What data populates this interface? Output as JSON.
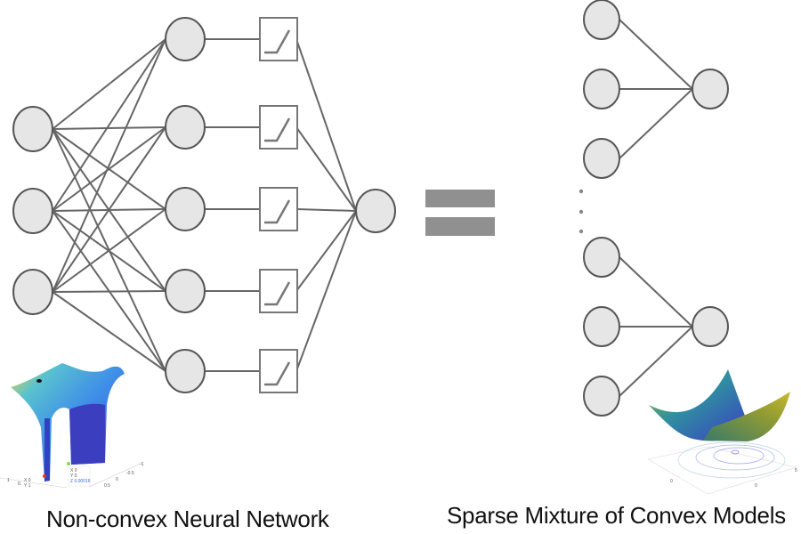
{
  "captions": {
    "left": "Non-convex Neural Network",
    "right": "Sparse Mixture of Convex Models"
  },
  "network": {
    "input_nodes": 3,
    "hidden_nodes": 5,
    "activation": "relu-icon",
    "output_nodes": 1
  },
  "equals_sign": "=",
  "convex_models": {
    "submodels_shown": 2,
    "inputs_per_submodel": 3,
    "ellipsis": "vertical-dots"
  },
  "nonconvex_plot": {
    "datatip_1": {
      "x": "X 0",
      "y": "Y 0",
      "z": "Z 0.00016"
    },
    "datatip_2": {
      "x": "X 0",
      "y": "Y 1"
    },
    "axis_ticks": [
      "-1",
      "-0.5",
      "0",
      "0.5",
      "1",
      "0."
    ]
  },
  "convex_plot": {
    "axis_ticks": [
      "0",
      "0",
      "5"
    ]
  },
  "colors": {
    "node_fill": "#e6e6e6",
    "node_stroke": "#555555",
    "edge": "#666666",
    "equals": "#909090"
  }
}
